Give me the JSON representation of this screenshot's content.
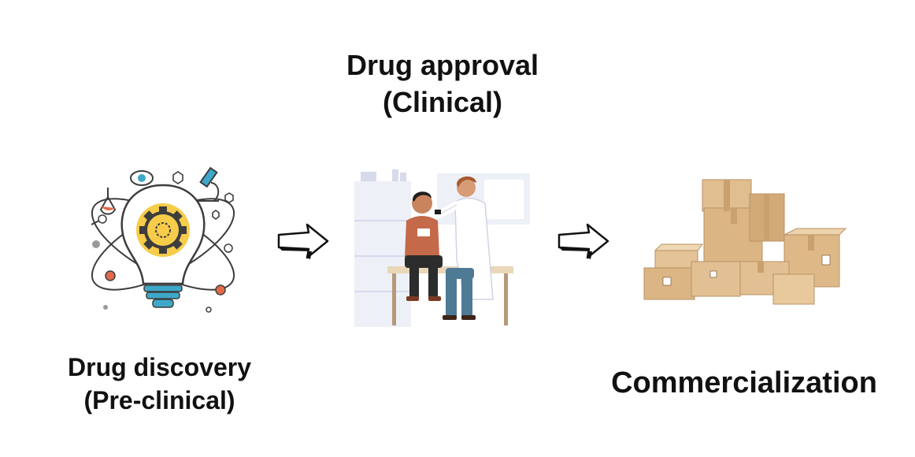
{
  "stages": [
    {
      "title": "Drug discovery",
      "subtitle": "(Pre-clinical)"
    },
    {
      "title": "Drug approval",
      "subtitle": "(Clinical)"
    },
    {
      "title": "Commercialization"
    }
  ],
  "colors": {
    "text": "#111111",
    "gear": "#f6cc4a",
    "bulb_base": "#3ea8c9",
    "accent_red": "#e3694b",
    "box": "#e2c093",
    "coat": "#ffffff",
    "shirt": "#c4694a"
  },
  "icons": [
    "lightbulb-gear-icon",
    "doctor-patient-icon",
    "cardboard-boxes-icon",
    "arrow-right-icon"
  ]
}
